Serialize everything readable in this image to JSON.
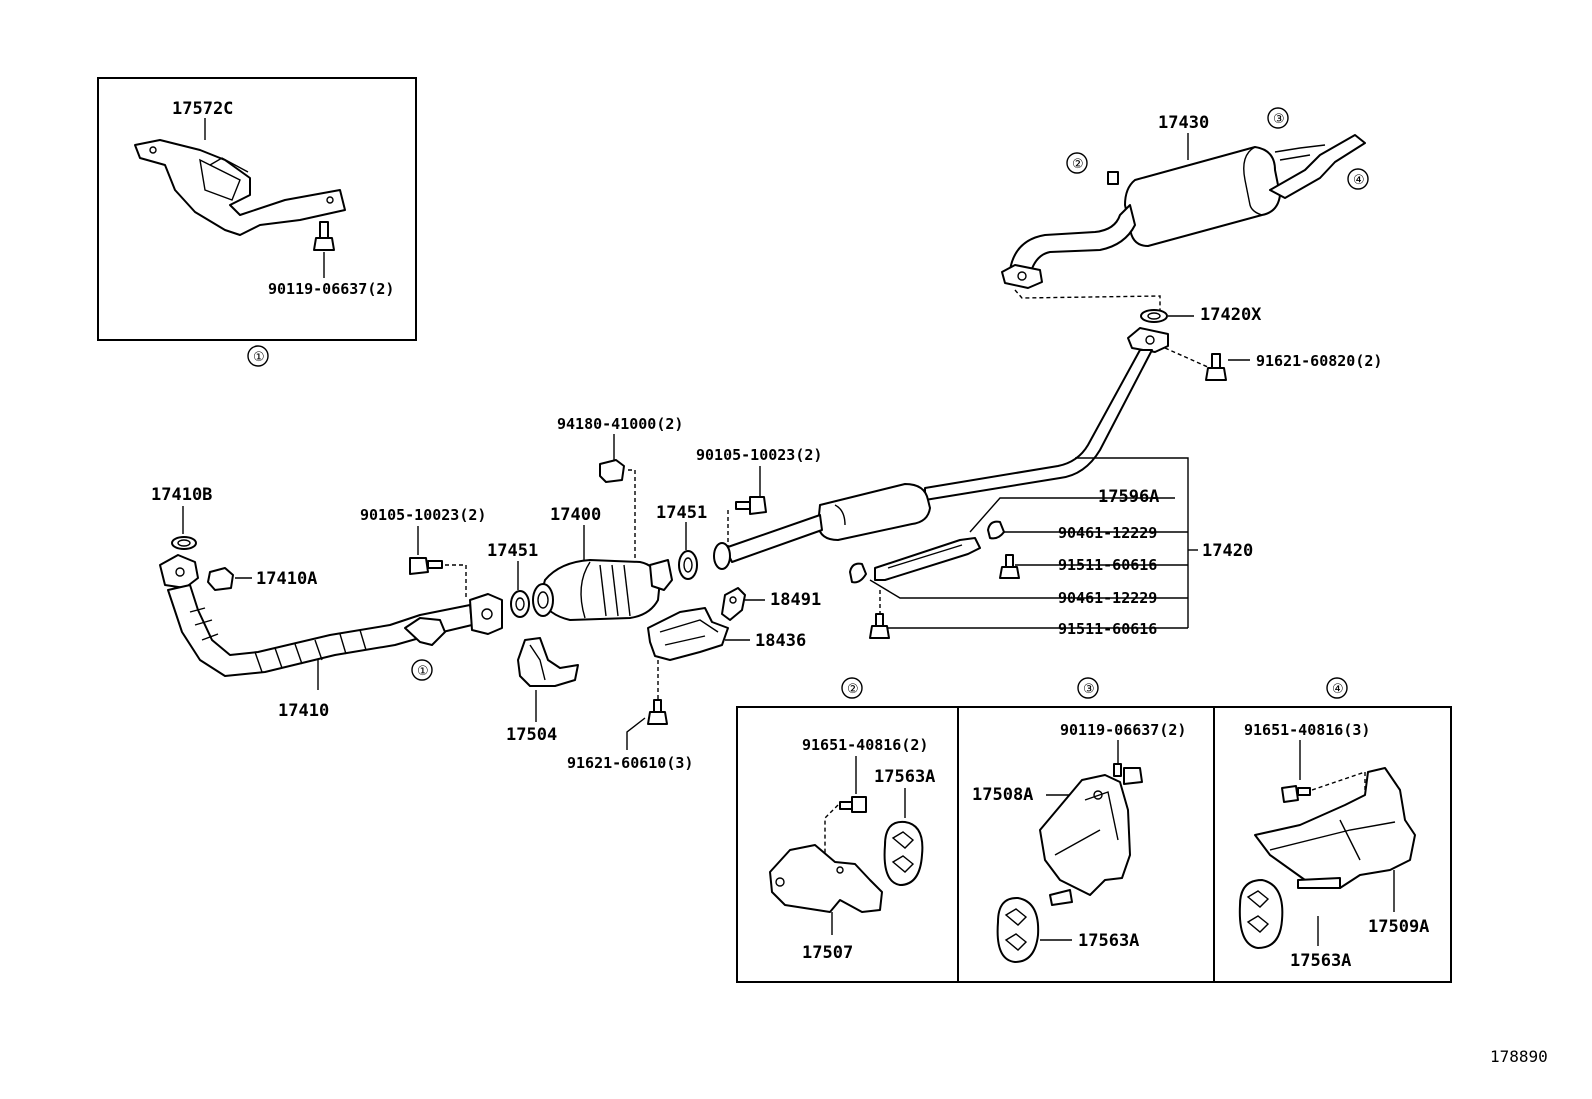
{
  "figure_number": "178890",
  "parts": {
    "bracket_inset": "17572C",
    "bolt_inset": "90119-06637(2)",
    "muffler": "17430",
    "gasket_rear": "17420X",
    "bolt_rear": "91621-60820(2)",
    "nut_conv": "94180-41000(2)",
    "bolt_front_right": "90105-10023(2)",
    "gasket_front_flange": "17410B",
    "nut_front": "17410A",
    "bolt_front_left": "90105-10023(2)",
    "converter": "17400",
    "gasket_left": "17451",
    "gasket_right": "17451",
    "front_pipe": "17410",
    "insulator": "17504",
    "bracket_small": "18491",
    "heat_insulator": "18436",
    "bolt_insulator": "91621-60610(3)",
    "tail_pipe_assy": "17420",
    "tail_pipe_bracket": "17596A",
    "clamp_upper": "90461-12229",
    "bolt_upper": "91511-60616",
    "clamp_lower": "90461-12229",
    "bolt_lower": "91511-60616"
  },
  "callouts": [
    "①",
    "②",
    "③",
    "④"
  ],
  "detail2": {
    "bolt": "91651-40816(2)",
    "cushion": "17563A",
    "bracket": "17507"
  },
  "detail3": {
    "bolt": "90119-06637(2)",
    "bracket": "17508A",
    "cushion": "17563A"
  },
  "detail4": {
    "bolt": "91651-40816(3)",
    "bracket": "17509A",
    "cushion": "17563A"
  }
}
